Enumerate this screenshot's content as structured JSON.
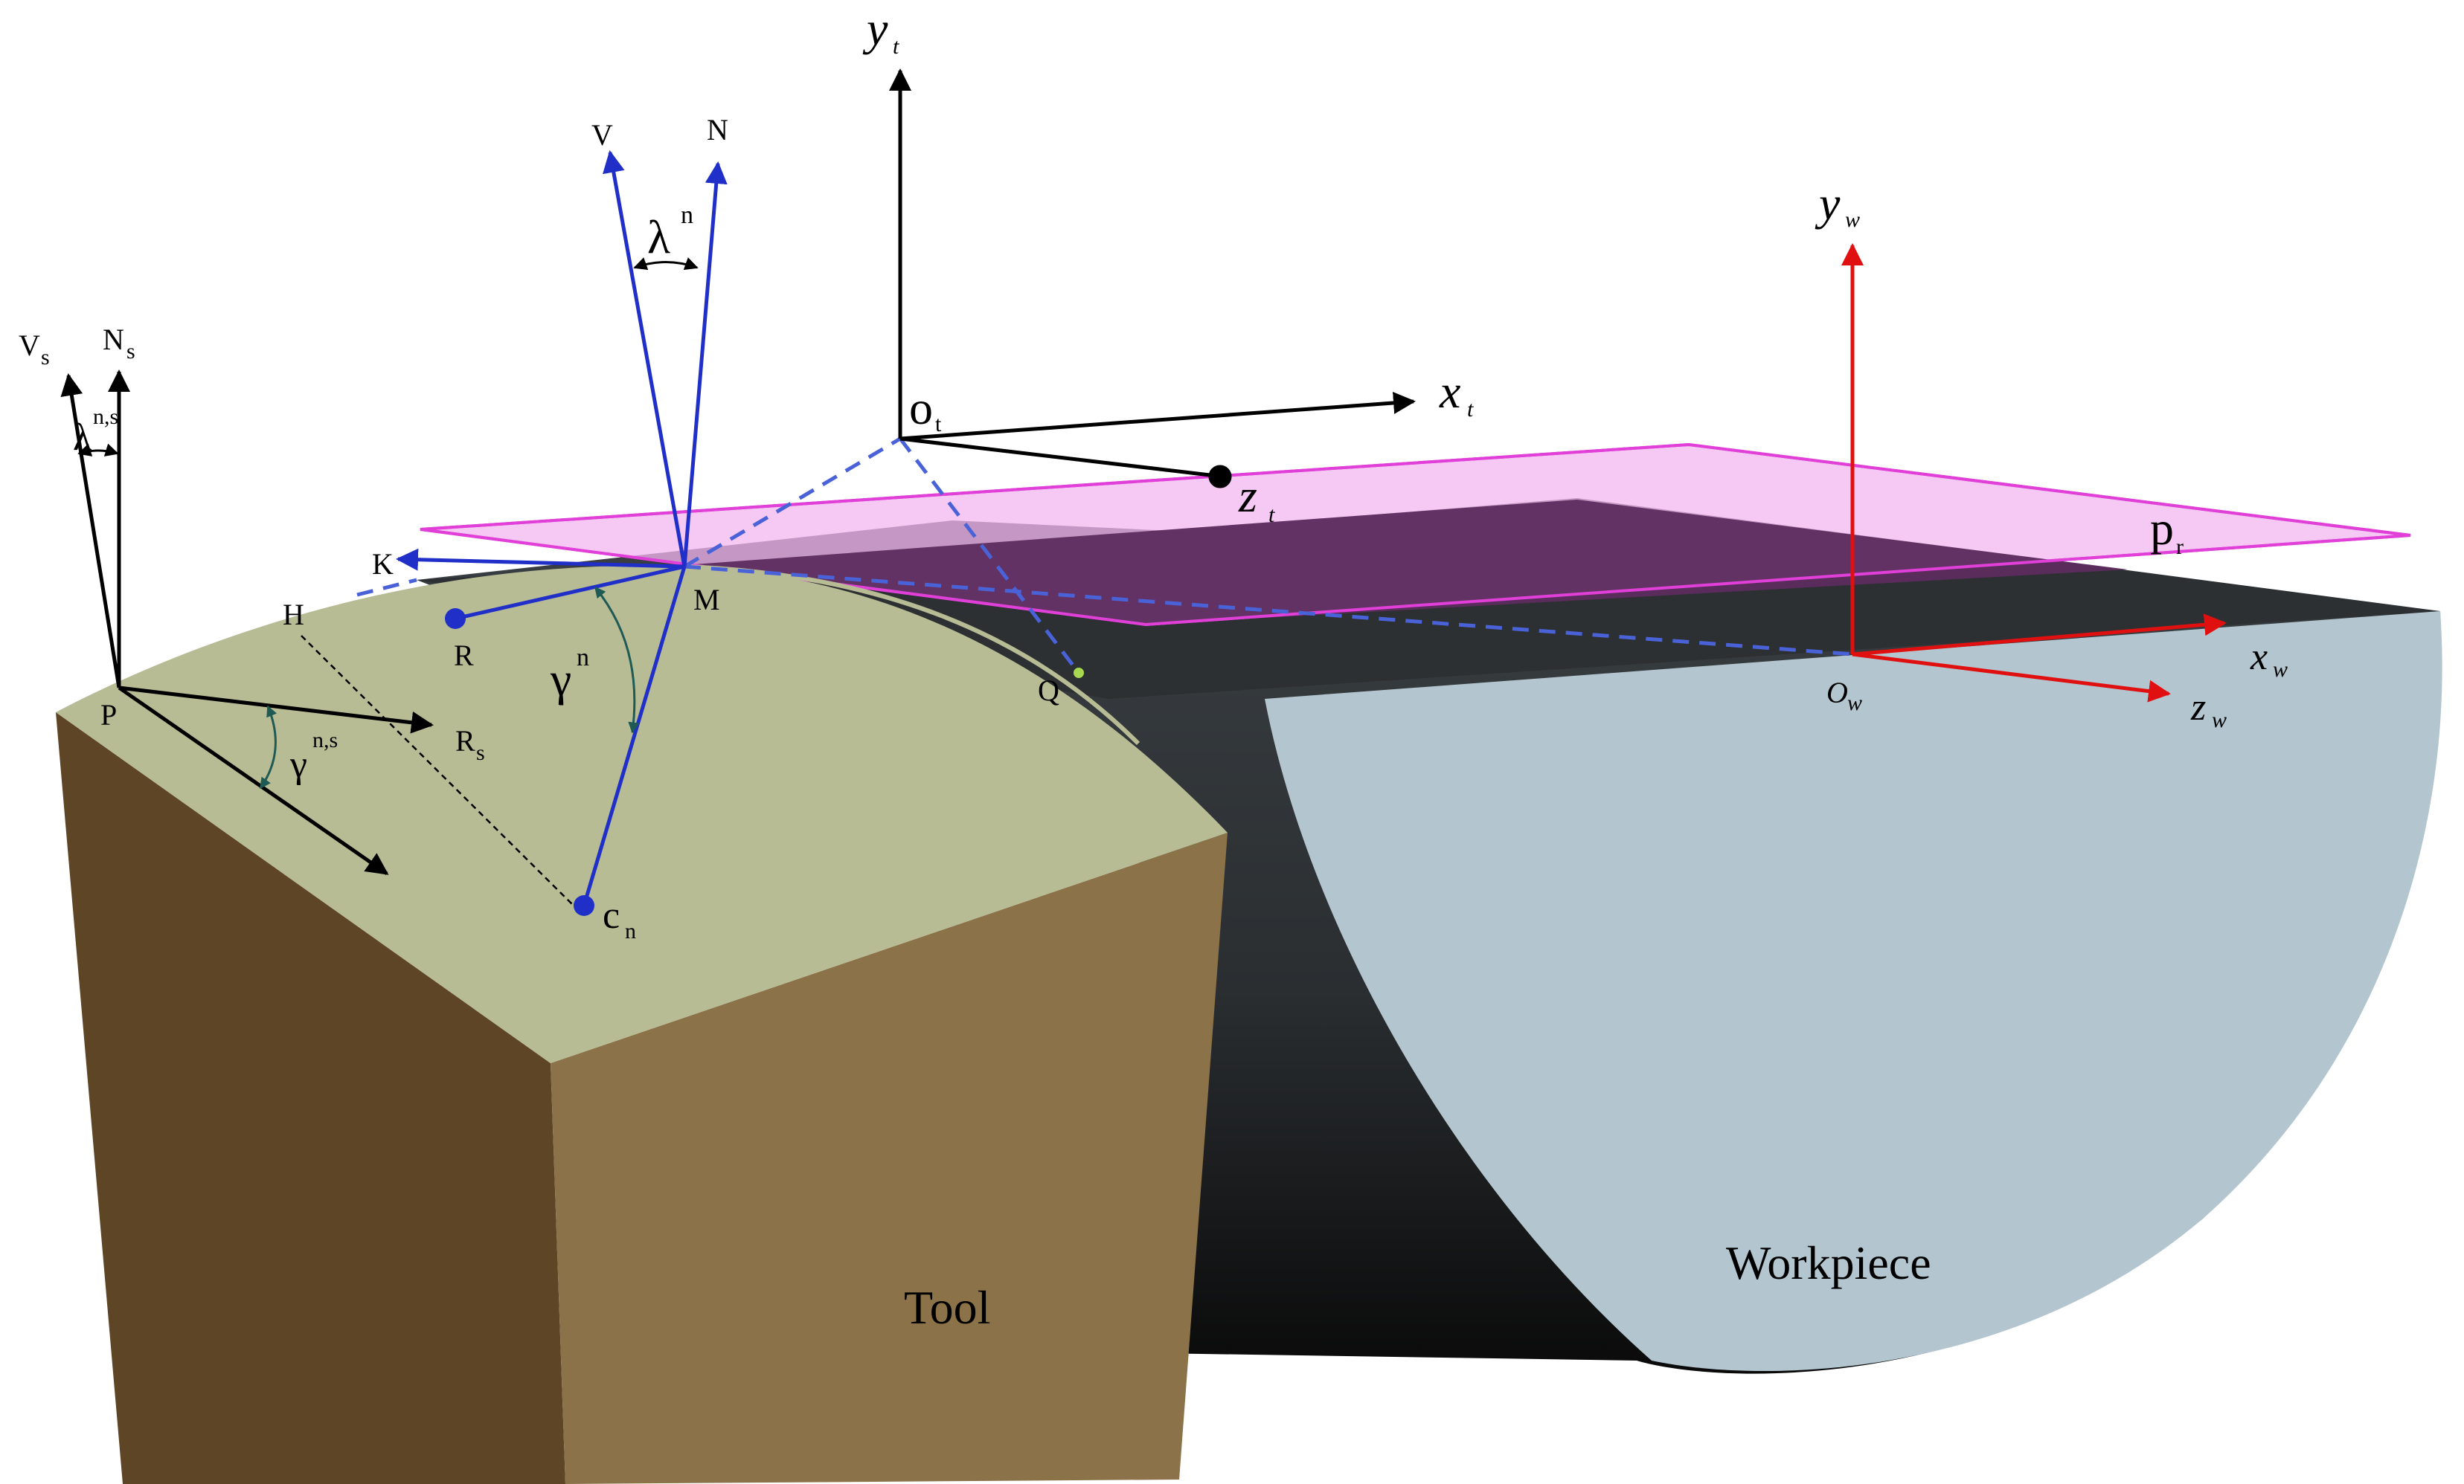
{
  "labels": {
    "tool": "Tool",
    "workpiece": "Workpiece",
    "point_P": "P",
    "point_H": "H",
    "point_M": "M",
    "point_R": "R",
    "point_K": "K",
    "point_Q": "Q",
    "point_c": "c",
    "point_c_sub": "n",
    "vec_V": "V",
    "vec_N": "N",
    "vec_Vs": "V",
    "vec_Vs_sub": "s",
    "vec_Ns": "N",
    "vec_Ns_sub": "s",
    "vec_Rs": "R",
    "vec_Rs_sub": "s",
    "angle_lambda": "λ",
    "angle_lambda_sup": "n",
    "angle_lambda_s": "λ",
    "angle_lambda_s_sup": "n,s",
    "angle_gamma": "γ",
    "angle_gamma_sup": "n",
    "angle_gamma_s": "γ",
    "angle_gamma_s_sup": "n,s",
    "tool_frame_origin": "o",
    "tool_frame_origin_sub": "t",
    "axis_xt": "x",
    "axis_xt_sub": "t",
    "axis_yt": "y",
    "axis_yt_sub": "t",
    "axis_zt": "z",
    "axis_zt_sub": "t",
    "work_frame_origin": "O",
    "work_frame_origin_sub": "w",
    "axis_xw": "x",
    "axis_xw_sub": "w",
    "axis_yw": "y",
    "axis_yw_sub": "w",
    "axis_zw": "z",
    "axis_zw_sub": "w",
    "plane_pr": "p",
    "plane_pr_sub": "r"
  },
  "colors": {
    "tool_top": "#b8bc95",
    "tool_front": "#8b7248",
    "tool_side": "#5e4526",
    "workpiece_face": "#b3c6cf",
    "workpiece_body": "#2c3033",
    "ref_plane_fill": "#f3b5f0",
    "ref_plane_stroke": "#e040d8",
    "blue_vectors": "#1f2fc8",
    "red_axes": "#e01010",
    "black_axes": "#000000",
    "angle_arcs": "#1f5a55"
  }
}
